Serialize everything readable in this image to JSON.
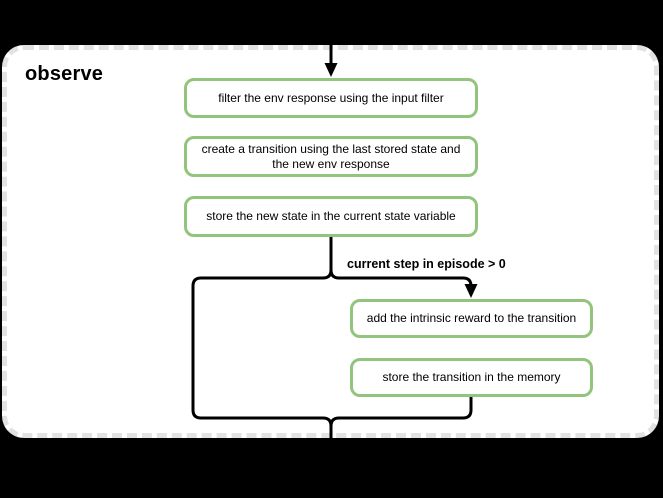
{
  "diagram": {
    "title": "observe",
    "nodes": [
      {
        "id": "filter-env-response",
        "label": "filter the env response using the input filter"
      },
      {
        "id": "create-transition",
        "label": "create a transition using the last stored state and the new env response"
      },
      {
        "id": "store-new-state",
        "label": "store the new state in the current state variable"
      },
      {
        "id": "add-intrinsic-reward",
        "label": "add the intrinsic reward to the transition"
      },
      {
        "id": "store-transition",
        "label": "store the transition in the memory"
      }
    ],
    "edges": {
      "condition_label": "current step in episode > 0"
    },
    "colors": {
      "background": "#000000",
      "frame_fill": "#ffffff",
      "frame_border": "#e2e2e2",
      "node_border": "#93c47d",
      "node_fill": "#ffffff",
      "connector": "#000000",
      "text": "#000000"
    }
  }
}
